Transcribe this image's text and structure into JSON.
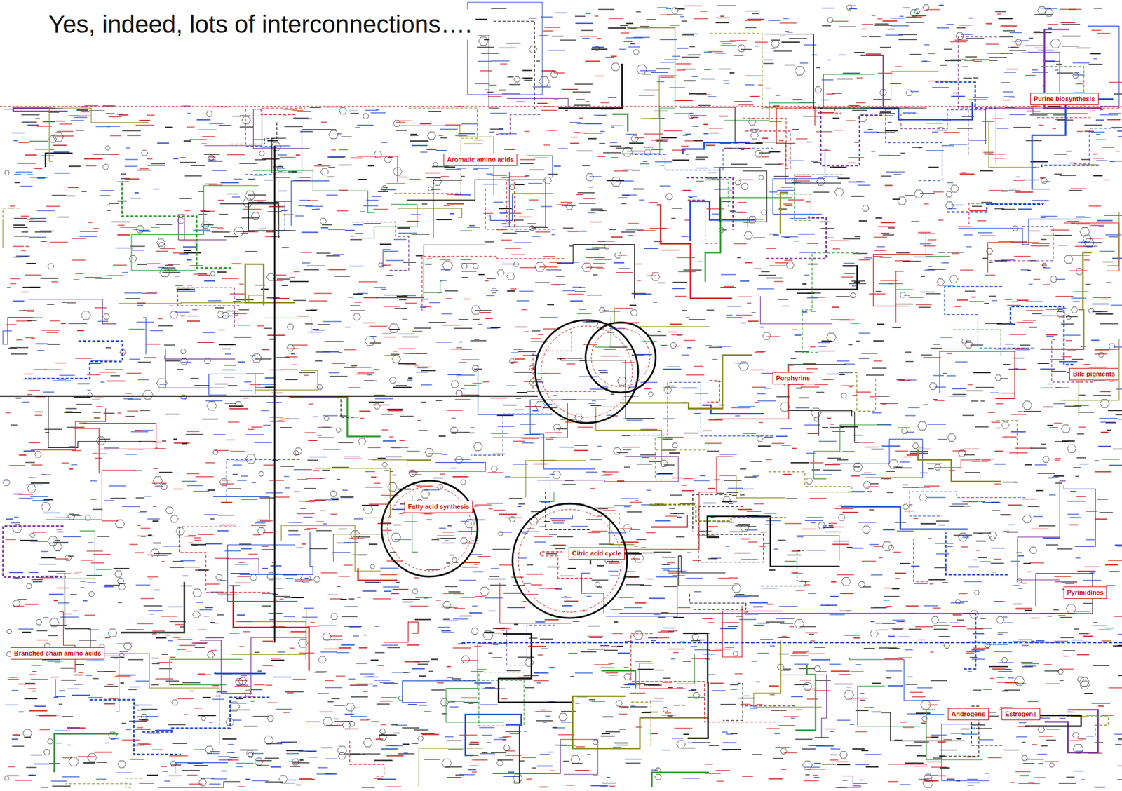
{
  "diagram": {
    "title": "Yes, indeed, lots of interconnections….",
    "nodes": [
      {
        "text": [
          "Aromatic amino acids"
        ]
      },
      {
        "text": [
          "Purine biosynthesis"
        ]
      },
      {
        "text": [
          "Porphyrins"
        ]
      },
      {
        "text": [
          "Bile pigments"
        ]
      },
      {
        "text": [
          "Fatty acid synthesis"
        ]
      },
      {
        "text": [
          "Citric acid cycle"
        ]
      },
      {
        "text": [
          "Pyrimidines"
        ]
      },
      {
        "text": [
          "Branched chain amino acids"
        ]
      },
      {
        "text": [
          "Androgens"
        ]
      },
      {
        "text": [
          "Estrogens"
        ]
      }
    ]
  }
}
